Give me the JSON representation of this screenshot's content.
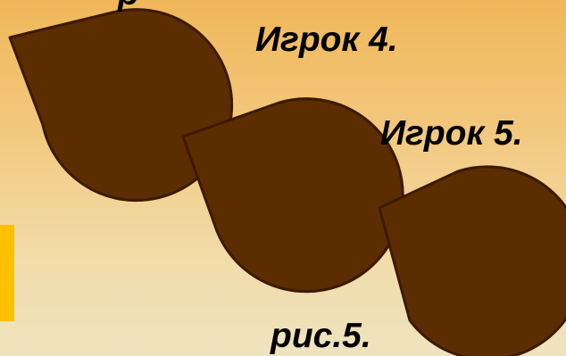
{
  "slide": {
    "top_text_fragment": "р",
    "player4_label": "Игрок 4.",
    "player5_label": "Игрок 5.",
    "figure_caption": "рис.5."
  },
  "colors": {
    "drop_fill": "#5c2d00",
    "drop_stroke": "#3b1a00",
    "accent_bar": "#ffc000",
    "background_top": "#f0b75a",
    "background_bottom": "#efe3bf"
  },
  "icons": {
    "drop_shape": "teardrop-shape"
  }
}
